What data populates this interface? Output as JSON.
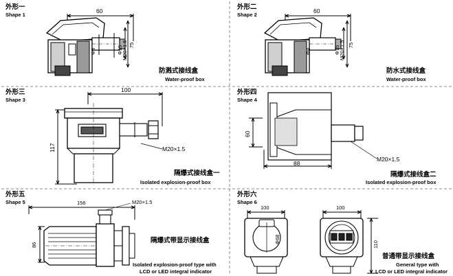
{
  "shapes": [
    {
      "title_zh": "外形一",
      "title_en": "Shape 1",
      "dims": [
        "60",
        "Φ8",
        "Φ15",
        "M20×1.5",
        "75"
      ],
      "caption_zh": "防溅式接线盒",
      "caption_en": "Water-proof box"
    },
    {
      "title_zh": "外形二",
      "title_en": "Shape 2",
      "dims": [
        "60",
        "Φ8",
        "Φ15",
        "M20×1.5",
        "75"
      ],
      "caption_zh": "防水式接线盒",
      "caption_en": "Water-proof box"
    },
    {
      "title_zh": "外形三",
      "title_en": "Shape 3",
      "dims": [
        "100",
        "117",
        "M20×1.5"
      ],
      "caption_zh": "隔爆式接线盒一",
      "caption_en": "Isolated explosion-proof box"
    },
    {
      "title_zh": "外形四",
      "title_en": "Shape 4",
      "dims": [
        "60",
        "88",
        "M20×1.5"
      ],
      "caption_zh": "隔爆式接线盒二",
      "caption_en": "Isolated explosion-proof box"
    },
    {
      "title_zh": "外形五",
      "title_en": "Shape 5",
      "dims": [
        "156",
        "M20×1.5",
        "86"
      ],
      "caption_zh": "隔爆式带显示接线盒",
      "caption_en_line1": "Isolated explosion-proof type with",
      "caption_en_line2": "LCD or LED integral indicator"
    },
    {
      "title_zh": "外形六",
      "title_en": "Shape 6",
      "dims": [
        "100",
        "Φ68",
        "100",
        "110"
      ],
      "caption_zh": "普通带显示接线盒",
      "caption_en_line1": "General type with",
      "caption_en_line2": "LCD or LED integral indicator"
    }
  ]
}
